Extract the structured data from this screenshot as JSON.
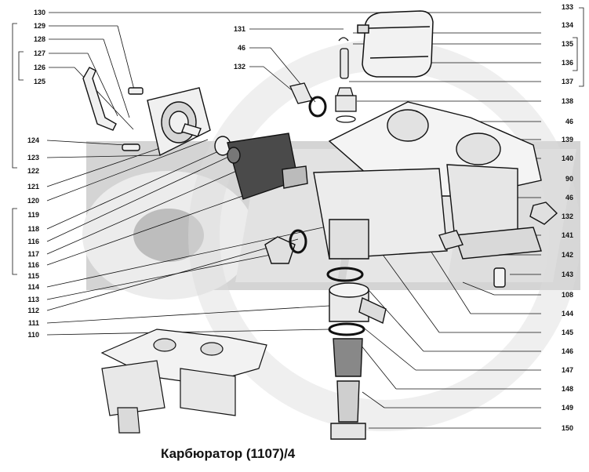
{
  "title": "Карбюратор (1107)/4",
  "colors": {
    "watermark": "#c8c8c8",
    "watermark_dark": "#b4b4b4",
    "line": "#111111"
  },
  "labels_left": [
    "130",
    "129",
    "128",
    "127",
    "126",
    "125",
    "124",
    "123",
    "122",
    "121",
    "120",
    "119",
    "118",
    "116",
    "117",
    "116",
    "115",
    "114",
    "113",
    "112",
    "111",
    "110"
  ],
  "labels_right": [
    "133",
    "134",
    "135",
    "136",
    "137",
    "138",
    "46",
    "139",
    "140",
    "90",
    "46",
    "132",
    "141",
    "142",
    "143",
    "108",
    "144",
    "145",
    "146",
    "147",
    "148",
    "149",
    "150"
  ],
  "labels_top": [
    "131",
    "46",
    "132"
  ]
}
